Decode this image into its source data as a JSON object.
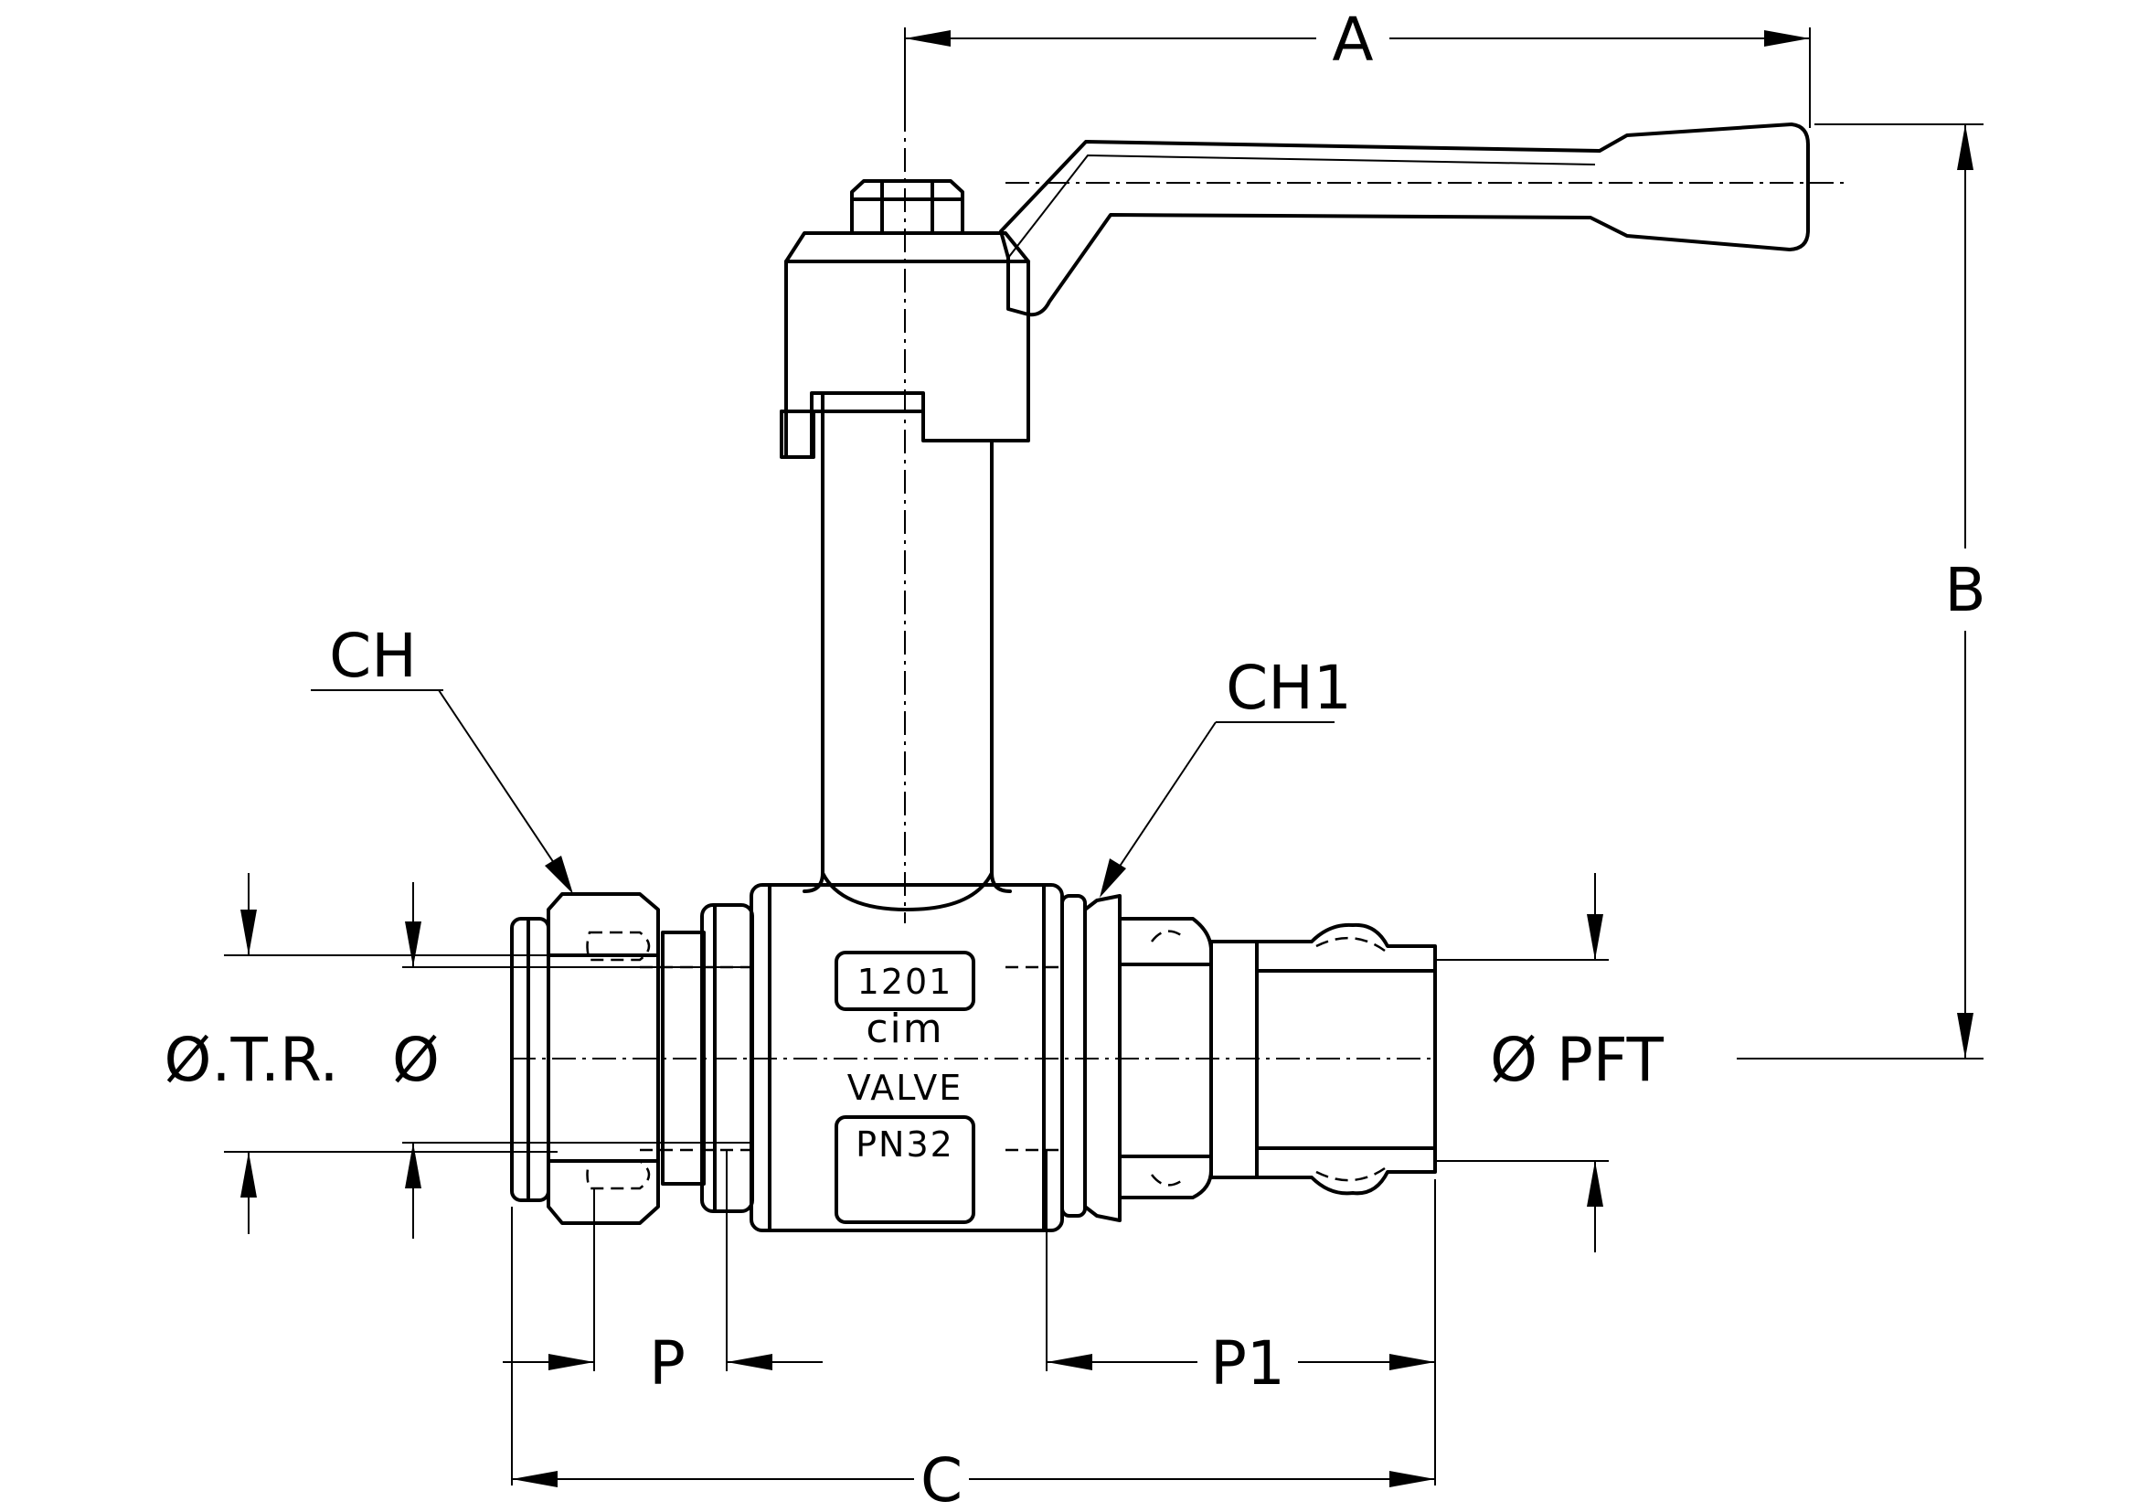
{
  "dimensions": {
    "A": "A",
    "B": "B",
    "C": "C",
    "P": "P",
    "P1": "P1",
    "CH": "CH",
    "CH1": "CH1",
    "otr": "Ø.T.R.",
    "dia": "Ø",
    "pft": "Ø PFT"
  },
  "body_markings": {
    "line1": "1201",
    "line2": "cim",
    "line3": "VALVE",
    "line4": "PN32"
  },
  "colors": {
    "line": "#000000",
    "background": "#ffffff"
  }
}
